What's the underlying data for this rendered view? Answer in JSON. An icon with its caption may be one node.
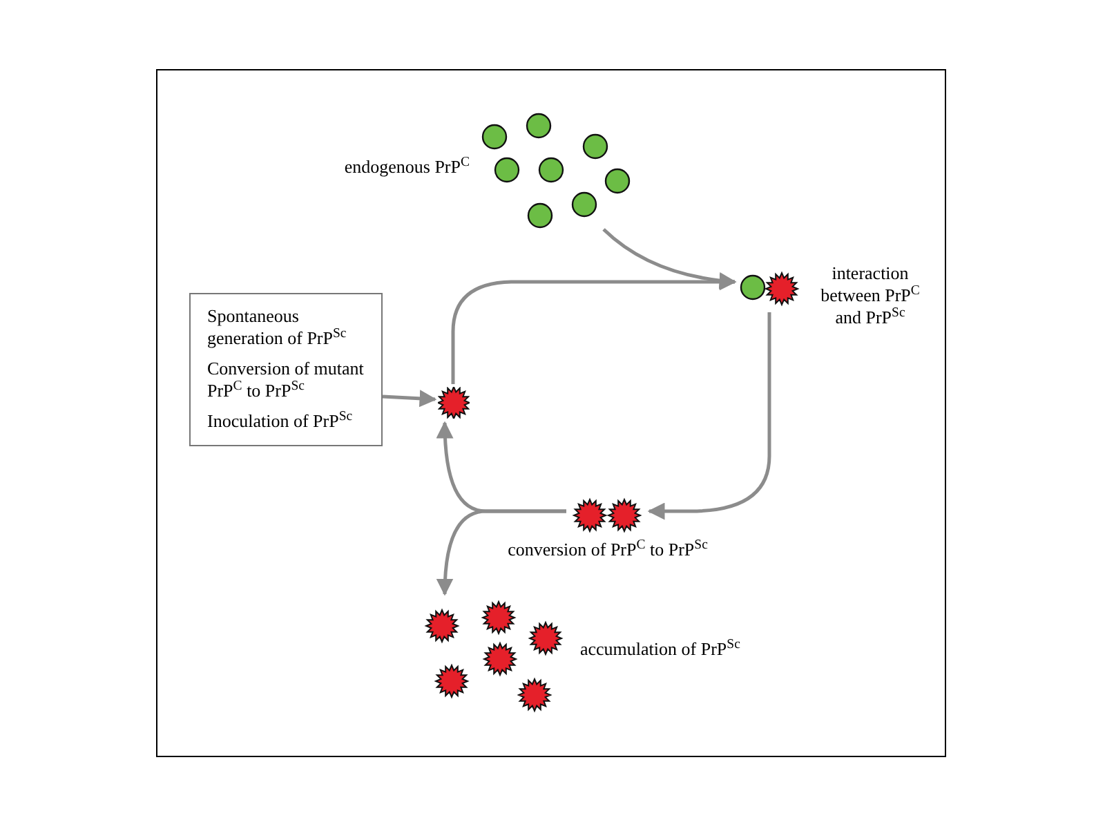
{
  "diagram": {
    "nodes": [
      {
        "text": [
          "Spontaneous generation of PrP$^{Sc}$",
          "Conversion of mutant PrP$^{C}$ to PrP$^{Sc}$",
          "Inoculation of PrP$^{Sc}$"
        ]
      },
      {
        "text": [],
        "shape": "star"
      },
      {
        "text": [],
        "shape": "picture",
        "beside": [
          "endogenous PrP$^{C}$"
        ]
      },
      {
        "text": [],
        "shape": "picture",
        "beside": [
          "interaction between PrP$^{C}$ and PrP$^{Sc}$"
        ]
      },
      {
        "text": [],
        "shape": "picture",
        "beside": [
          "conversion of PrP$^{C}$ to PrP$^{Sc}$"
        ]
      },
      {
        "text": [],
        "shape": "picture",
        "beside": [
          "accumulation of PrP$^{Sc}$"
        ]
      }
    ],
    "edges": [
      {
        "from": 0,
        "to": 1,
        "arrow": "to"
      },
      {
        "from": 1,
        "to": 3,
        "arrow": "to"
      },
      {
        "from": 2,
        "to": 3,
        "arrow": "to"
      },
      {
        "from": 3,
        "to": 4,
        "arrow": "to"
      },
      {
        "from": 4,
        "to": 1,
        "arrow": "to"
      },
      {
        "from": 4,
        "to": 5,
        "arrow": "to"
      }
    ]
  }
}
